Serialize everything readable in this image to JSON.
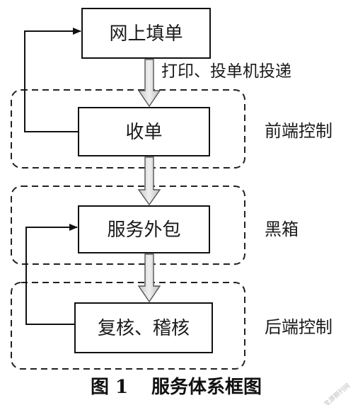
{
  "diagram": {
    "nodes": {
      "fill_form": "网上填单",
      "receive": "收单",
      "outsource": "服务外包",
      "review": "复核、稽核"
    },
    "edge_label": "打印、投单机投递",
    "groups": {
      "front": "前端控制",
      "black_box": "黑箱",
      "back": "后端控制"
    },
    "caption": {
      "number": "图 1",
      "title": "服务体系框图"
    },
    "watermark": "龙源期刊网"
  }
}
